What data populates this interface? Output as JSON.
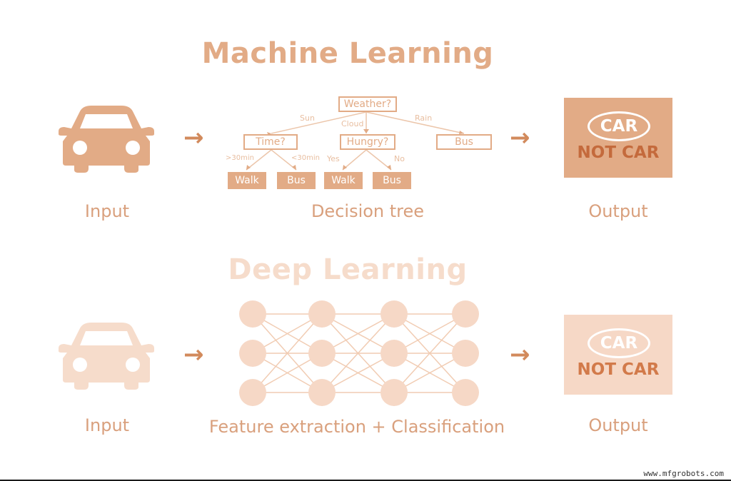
{
  "ml": {
    "title": "Machine Learning",
    "input_caption": "Input",
    "middle_caption": "Decision tree",
    "output_caption": "Output",
    "output_car": "CAR",
    "output_not_car": "NOT CAR",
    "tree": {
      "root": "Weather?",
      "edges": {
        "sun": "Sun",
        "cloud": "Cloud",
        "rain": "Rain",
        "gt30": ">30min",
        "lt30": "<30min",
        "yes": "Yes",
        "no": "No"
      },
      "time": "Time?",
      "hungry": "Hungry?",
      "bus_mid": "Bus",
      "leaves": [
        "Walk",
        "Bus",
        "Walk",
        "Bus"
      ]
    }
  },
  "dl": {
    "title": "Deep Learning",
    "input_caption": "Input",
    "middle_caption": "Feature extraction + Classification",
    "output_caption": "Output",
    "output_car": "CAR",
    "output_not_car": "NOT CAR"
  },
  "arrow_glyph": "→",
  "watermark": "www.mfgrobots.com",
  "colors": {
    "ml_primary": "#e2ab86",
    "dl_primary": "#f6dccb",
    "accent": "#d28a5c",
    "not_car_text": "#c46a3c"
  }
}
